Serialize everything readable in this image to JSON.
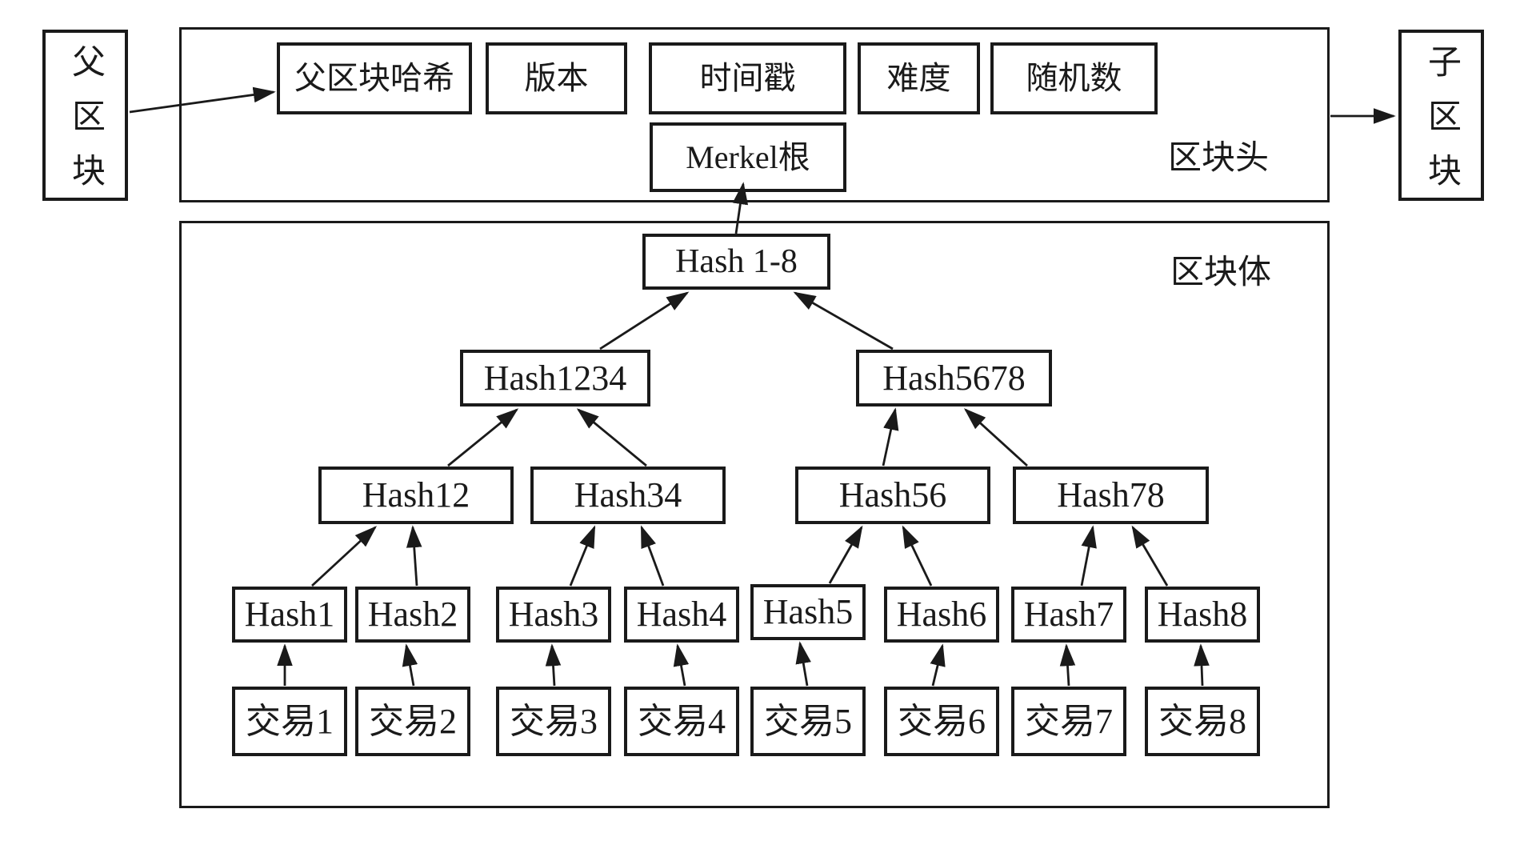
{
  "diagram": {
    "parent_block": {
      "label": "父区块"
    },
    "child_block": {
      "label": "子区块"
    },
    "header": {
      "label": "区块头",
      "fields": [
        "父区块哈希",
        "版本",
        "时间戳",
        "难度",
        "随机数"
      ],
      "merkle_root": "Merkel根"
    },
    "body": {
      "label": "区块体",
      "tree": {
        "root": "Hash 1-8",
        "level2": [
          "Hash1234",
          "Hash5678"
        ],
        "level3": [
          "Hash12",
          "Hash34",
          "Hash56",
          "Hash78"
        ],
        "level4": [
          "Hash1",
          "Hash2",
          "Hash3",
          "Hash4",
          "Hash5",
          "Hash6",
          "Hash7",
          "Hash8"
        ],
        "transactions": [
          "交易1",
          "交易2",
          "交易3",
          "交易4",
          "交易5",
          "交易6",
          "交易7",
          "交易8"
        ]
      }
    },
    "colors": {
      "ink": "#1a1a1a",
      "background": "#ffffff"
    }
  }
}
